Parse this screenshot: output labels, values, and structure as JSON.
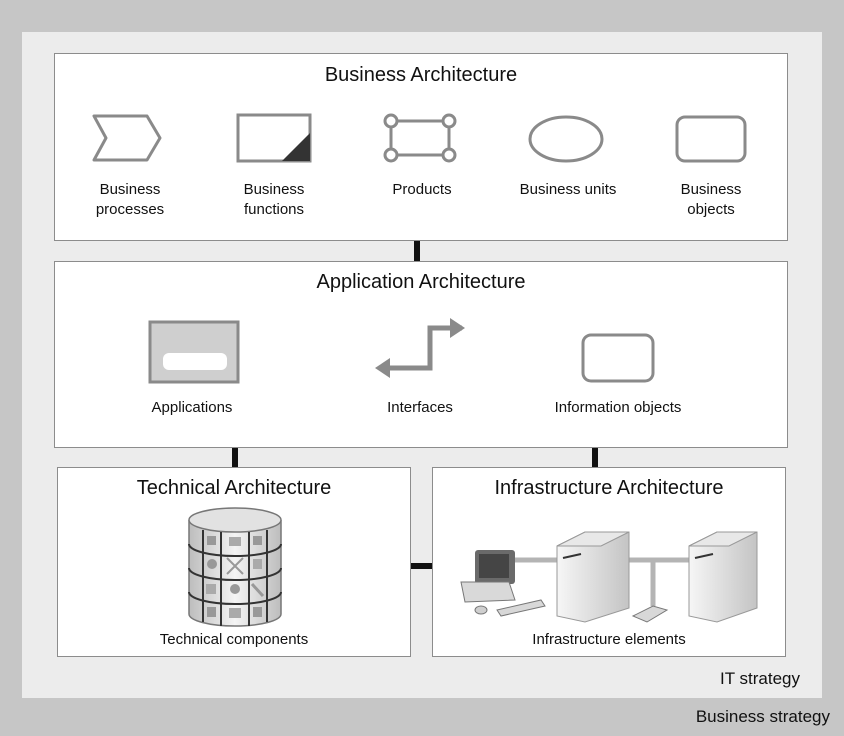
{
  "business_architecture": {
    "title": "Business Architecture",
    "items": [
      {
        "icon": "chevron-process-icon",
        "label": "Business processes"
      },
      {
        "icon": "document-corner-icon",
        "label": "Business functions"
      },
      {
        "icon": "product-frame-icon",
        "label": "Products"
      },
      {
        "icon": "ellipse-icon",
        "label": "Business units"
      },
      {
        "icon": "rounded-rect-icon",
        "label": "Business objects"
      }
    ]
  },
  "application_architecture": {
    "title": "Application Architecture",
    "items": [
      {
        "icon": "application-window-icon",
        "label": "Applications"
      },
      {
        "icon": "interface-arrows-icon",
        "label": "Interfaces"
      },
      {
        "icon": "rounded-rect-icon",
        "label": "Information objects"
      }
    ]
  },
  "technical_architecture": {
    "title": "Technical Architecture",
    "icon": "component-cylinder-icon",
    "label": "Technical components"
  },
  "infrastructure_architecture": {
    "title": "Infrastructure Architecture",
    "icon": "network-servers-icon",
    "label": "Infrastructure elements"
  },
  "strategy": {
    "it": "IT strategy",
    "business": "Business strategy"
  }
}
